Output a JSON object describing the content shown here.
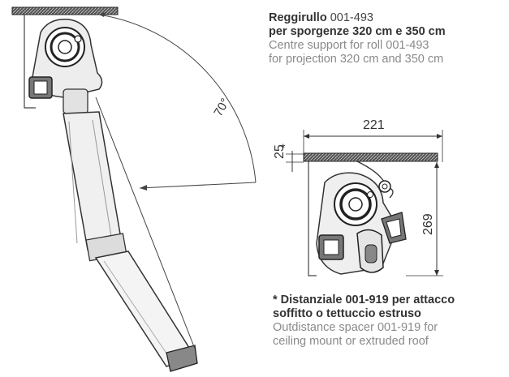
{
  "top_caption": {
    "title_bold": "Reggirullo",
    "title_code": "001-493",
    "line2": "per sporgenze 320 cm e 350 cm",
    "line3": "Centre support for roll 001-493",
    "line4": "for projection 320 cm and 350 cm"
  },
  "angle_label": "70°",
  "dimensions": {
    "width": "221",
    "spacer": "25",
    "height": "269",
    "asterisk": "*"
  },
  "bottom_caption": {
    "line1": "* Distanziale 001-919 per attacco",
    "line2": "soffitto o tettuccio estruso",
    "line3": "Outdistance spacer 001-919 for",
    "line4": "ceiling mount or extruded roof"
  }
}
